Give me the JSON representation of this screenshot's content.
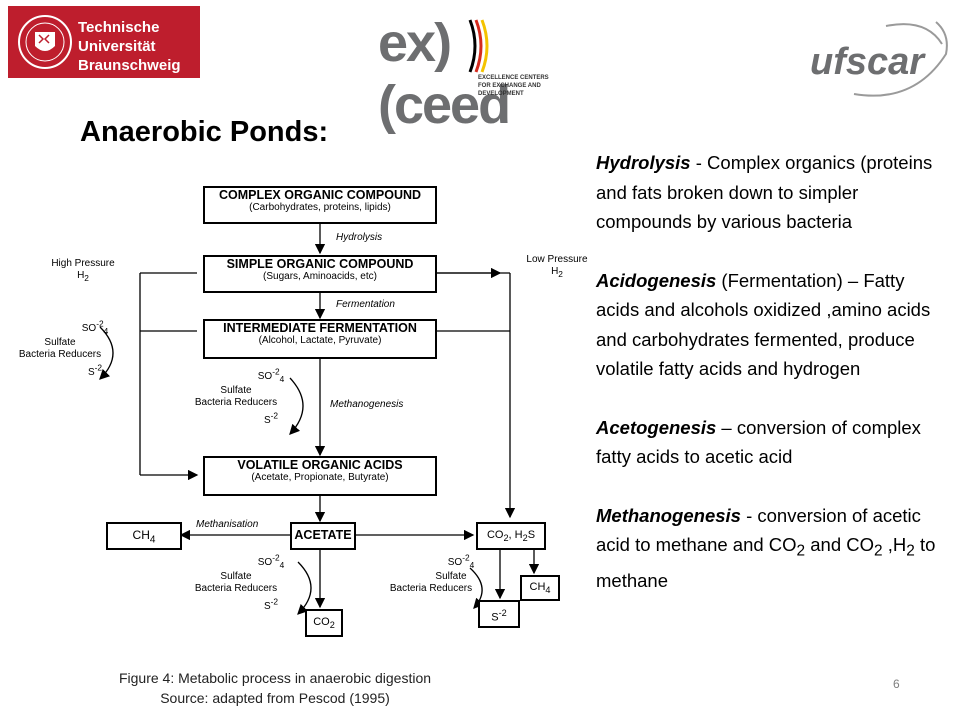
{
  "header": {
    "tu_logo_text": "Technische\nUniversität\nBraunschweig",
    "exceed_word": "ex)(ceed",
    "exceed_sub": "EXCELLENCE CENTERS\nFOR EXCHANGE AND DEVELOPMENT",
    "ufscar_text": "ufscar"
  },
  "title": "Anaerobic Ponds:",
  "right_text": {
    "p1_term": "Hydrolysis",
    "p1_text": " - Complex organics (proteins and fats broken down to simpler compounds by various bacteria",
    "p2_term": "Acidogenesis",
    "p2_text": " (Fermentation) – Fatty acids and alcohols oxidized ,amino acids and carbohydrates fermented, produce volatile fatty acids and hydrogen",
    "p3_term": "Acetogenesis",
    "p3_text": " – conversion of complex fatty acids to acetic acid",
    "p4_term": "Methanogenesis",
    "p4_text_a": " - conversion of acetic acid to methane and CO",
    "p4_sub1": "2",
    "p4_text_b": " and CO",
    "p4_sub2": "2",
    "p4_text_c": " ,H",
    "p4_sub3": "2",
    "p4_text_d": " to methane"
  },
  "diagram": {
    "box1_title": "COMPLEX ORGANIC COMPOUND",
    "box1_sub": "(Carbohydrates, proteins, lipids)",
    "box2_title": "SIMPLE ORGANIC COMPOUND",
    "box2_sub": "(Sugars, Aminoacids, etc)",
    "box3_title": "INTERMEDIATE FERMENTATION",
    "box3_sub": "(Alcohol, Lactate, Pyruvate)",
    "box4_title": "VOLATILE ORGANIC ACIDS",
    "box4_sub": "(Acetate, Propionate, Butyrate)",
    "acetate": "ACETATE",
    "ch4": "CH",
    "sub4": "4",
    "co2": "CO",
    "sub2": "2",
    "h2s_a": ", H",
    "h2s_b": "S",
    "s2": "S",
    "sup_m2": "-2",
    "so": "SO",
    "sulfate": "Sulfate",
    "bacteria_reducers": "Bacteria Reducers",
    "hydrolysis": "Hydrolysis",
    "fermentation": "Fermentation",
    "methanogenesis": "Methanogenesis",
    "methanisation": "Methanisation",
    "high_pressure": "High Pressure",
    "low_pressure": "Low Pressure",
    "h": "H"
  },
  "caption": {
    "line1": "Figure 4: Metabolic process in anaerobic digestion",
    "line2": "Source: adapted from Pescod (1995)"
  },
  "page_number": "6",
  "colors": {
    "tu_red": "#be1e2d",
    "exceed_gray": "#6d6e70",
    "page_number_gray": "#7f7f7f"
  }
}
